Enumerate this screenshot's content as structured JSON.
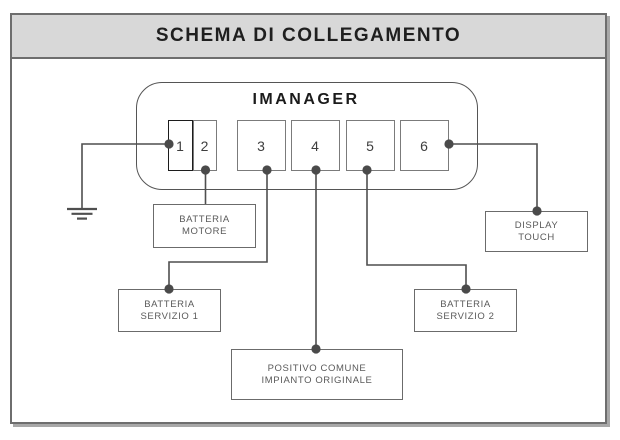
{
  "window": {
    "title": "SCHEMA DI COLLEGAMENTO"
  },
  "diagram": {
    "controller": {
      "label": "IMANAGER",
      "terminals": [
        {
          "number": "1"
        },
        {
          "number": "2"
        },
        {
          "number": "3"
        },
        {
          "number": "4"
        },
        {
          "number": "5"
        },
        {
          "number": "6"
        }
      ]
    },
    "components": [
      {
        "id": "batteria-motore",
        "lines": [
          "BATTERIA",
          "MOTORE"
        ],
        "connected_terminal": "2"
      },
      {
        "id": "batteria-servizio-1",
        "lines": [
          "BATTERIA",
          "SERVIZIO 1"
        ],
        "connected_terminal": "3"
      },
      {
        "id": "positivo-comune",
        "lines": [
          "POSITIVO COMUNE",
          "IMPIANTO ORIGINALE"
        ],
        "connected_terminal": "4"
      },
      {
        "id": "batteria-servizio-2",
        "lines": [
          "BATTERIA",
          "SERVIZIO 2"
        ],
        "connected_terminal": "5"
      },
      {
        "id": "display-touch",
        "lines": [
          "DISPLAY",
          "TOUCH"
        ],
        "connected_terminal": "6"
      }
    ],
    "ground": {
      "icon": "ground-icon",
      "connected_terminal": "1"
    },
    "colors": {
      "wire": "#4f4f4f",
      "connection_dot": "#4a4a4a",
      "frame_border": "#6e6e6e",
      "titlebar_background": "#d8d8d8",
      "box_border": "#6b6b6b",
      "label_text": "#5a5a5a",
      "title_text": "#1f1f1f"
    }
  }
}
